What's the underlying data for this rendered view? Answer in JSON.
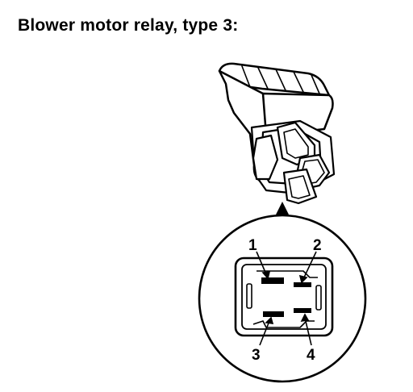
{
  "title": "Blower motor relay, type 3:",
  "pins": {
    "pin1": "1",
    "pin2": "2",
    "pin3": "3",
    "pin4": "4"
  }
}
